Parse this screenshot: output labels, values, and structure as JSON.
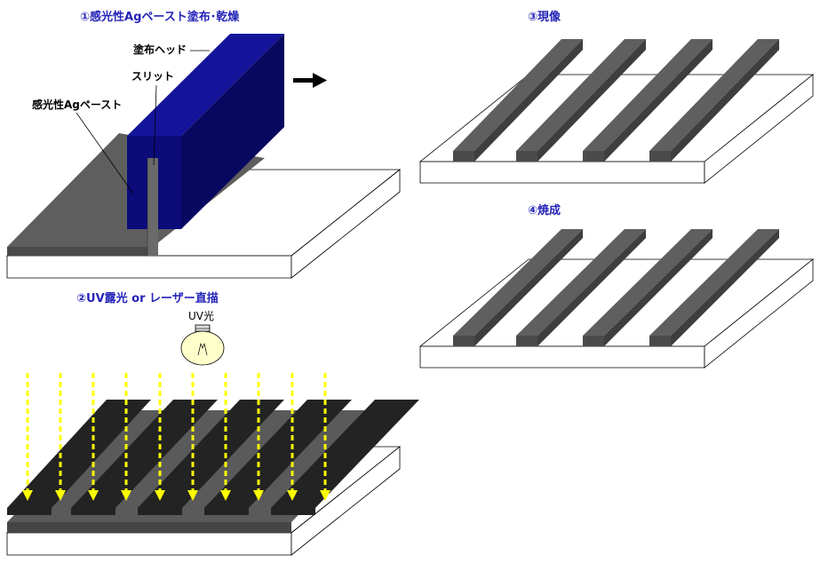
{
  "steps": {
    "coating": {
      "title": "①感光性Agペースト塗布･乾燥"
    },
    "exposure": {
      "title": "②UV露光 or レーザー直描"
    },
    "develop": {
      "title": "③現像"
    },
    "firing": {
      "title": "④焼成"
    }
  },
  "labels": {
    "coating_head": "塗布ヘッド",
    "slit": "スリット",
    "paste": "感光性Agペースト",
    "uv_light": "UV光"
  },
  "icons": {
    "move_arrow": "right-arrow-icon",
    "bulb": "light-bulb-icon",
    "uv_rays": "down-arrow-icon"
  },
  "colors": {
    "title_blue": "#2424b8",
    "coating_head": "#0b0b7a",
    "paste_gray": "#5a5a5a",
    "paste_dark": "#444444",
    "mask_black": "#232323",
    "uv_yellow": "#ffff00",
    "bulb_fill": "#ffffcc"
  }
}
